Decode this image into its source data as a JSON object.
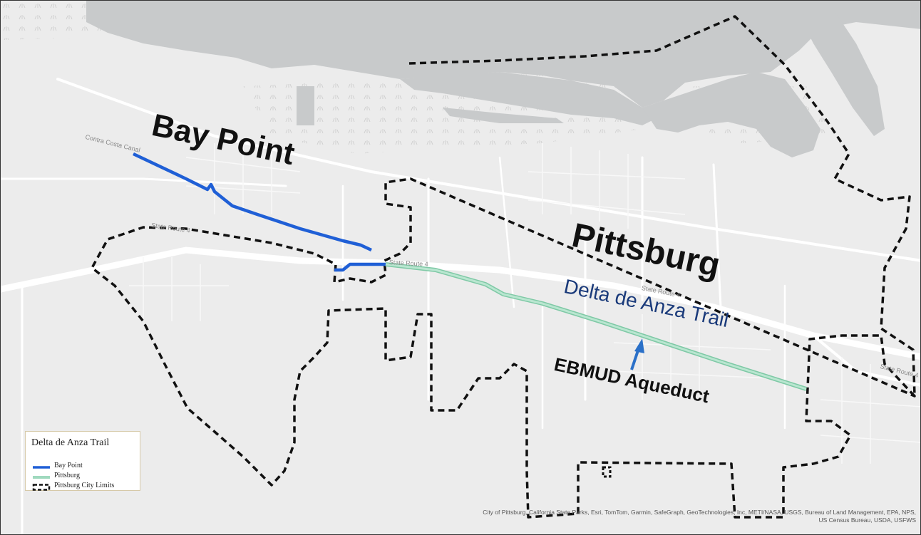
{
  "map": {
    "place_labels": {
      "bay_point": "Bay Point",
      "pittsburg": "Pittsburg",
      "trail": "Delta de Anza Trail",
      "aqueduct": "EBMUD Aqueduct"
    },
    "road_labels": {
      "state_route_4_west": "State Route 4",
      "state_route_4_mid": "State Route 4",
      "state_route_4_east": "State Route 4",
      "state_route_4_center": "State Route 4",
      "contra_costa_canal": "Contra Costa Canal"
    }
  },
  "legend": {
    "title": "Delta de Anza Trail",
    "items": [
      {
        "label": "Bay Point",
        "color": "#1f5fd6",
        "style": "solid-line"
      },
      {
        "label": "Pittsburg",
        "color": "#9fd9be",
        "style": "solid-band"
      },
      {
        "label": "Pittsburg City Limits",
        "color": "#111111",
        "style": "dashed-outline"
      }
    ]
  },
  "attribution": {
    "line1": "City of Pittsburg, California State Parks, Esri, TomTom, Garmin, SafeGraph, GeoTechnologies, Inc, METI/NASA, USGS, Bureau of Land Management, EPA, NPS,",
    "line2": "US Census Bureau, USDA, USFWS"
  },
  "colors": {
    "land": "#ececec",
    "water": "#c8cacb",
    "bay_point_trail": "#1f5fd6",
    "pittsburg_trail": "#9fd9be",
    "city_limits": "#111111",
    "arrow": "#2a70c8"
  }
}
